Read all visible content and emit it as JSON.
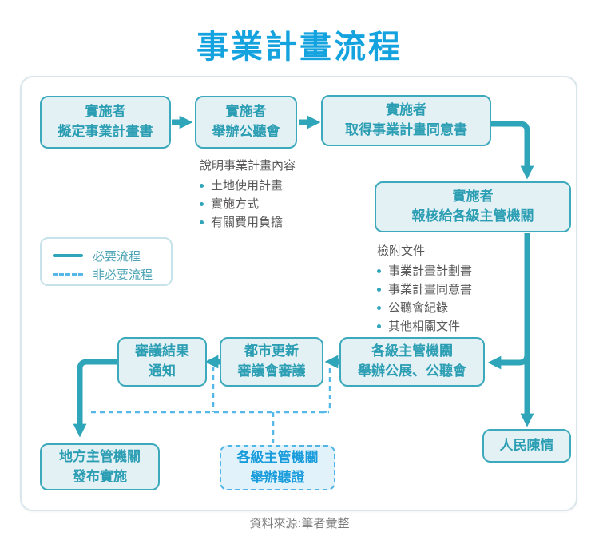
{
  "title": "事業計畫流程",
  "source_note": "資料來源:筆者彙整",
  "legend": {
    "items": [
      {
        "style": "solid",
        "label": "必要流程"
      },
      {
        "style": "dashed",
        "label": "非必要流程"
      }
    ]
  },
  "nodes": {
    "draft_plan": {
      "text": "實施者\n擬定事業計畫書"
    },
    "public_hearing": {
      "text": "實施者\n舉辦公聽會"
    },
    "obtain_consent": {
      "text": "實施者\n取得事業計畫同意書"
    },
    "submit_to_authority": {
      "text": "實施者\n報核給各級主管機關"
    },
    "review_result_notice": {
      "text": "審議結果\n通知"
    },
    "urban_renewal_committee": {
      "text": "都市更新\n審議會審議"
    },
    "exhibition_public_hearing": {
      "text": "各級主管機關\n舉辦公展、公聽會"
    },
    "local_authority_publish": {
      "text": "地方主管機關\n發布實施"
    },
    "people_petition": {
      "text": "人民陳情"
    },
    "authority_hearing_optional": {
      "text": "各級主管機關\n舉辦聽證"
    }
  },
  "notes": {
    "plan_content": {
      "header": "說明事業計畫內容",
      "items": [
        "土地使用計畫",
        "實施方式",
        "有關費用負擔"
      ]
    },
    "attachments": {
      "header": "檢附文件",
      "items": [
        "事業計畫計劃書",
        "事業計畫同意書",
        "公聽會紀錄",
        "其他相關文件"
      ]
    }
  },
  "colors": {
    "title_blue": "#14A3DF",
    "flow_teal": "#2EA5B9",
    "node_fill": "#E3F1F5",
    "node_border": "#3DA9BC",
    "node_text": "#2B9EB3",
    "optional_blue": "#55B8E9",
    "optional_fill": "#E1F2FB",
    "optional_text": "#189CDB",
    "note_gray": "#595757",
    "caption_gray": "#7B7B7B",
    "frame_border": "#D9E6EC"
  }
}
